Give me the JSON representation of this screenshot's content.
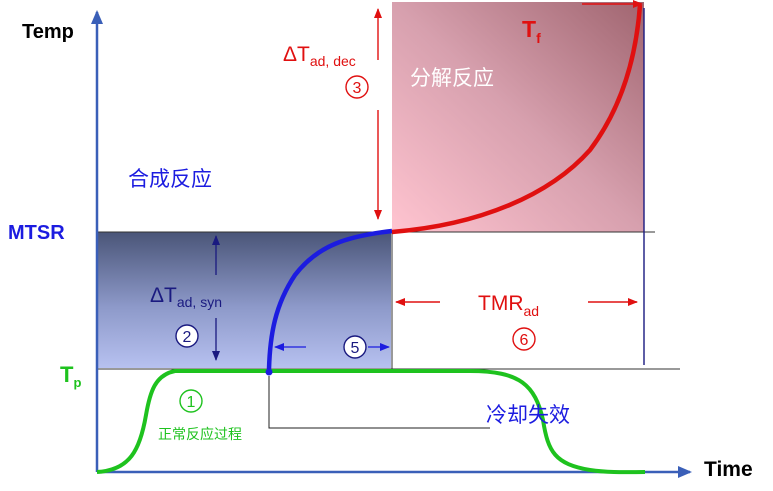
{
  "labels": {
    "y_axis": "Temp",
    "x_axis": "Time",
    "mtsr": "MTSR",
    "tp_main": "T",
    "tp_sub": "p",
    "tf_main": "T",
    "tf_sub": "f",
    "dtad_dec_main": "ΔT",
    "dtad_dec_sub": "ad, dec",
    "dtad_syn_main": "ΔT",
    "dtad_syn_sub": "ad, syn",
    "tmr_main": "TMR",
    "tmr_sub": "ad",
    "synthesis_reaction": "合成反应",
    "decomposition_reaction": "分解反应",
    "cooling_failure": "冷却失效",
    "normal_process": "正常反应过程"
  },
  "markers": {
    "m1": "1",
    "m2": "2",
    "m3": "3",
    "m5": "5",
    "m6": "6"
  },
  "colors": {
    "axis": "#3a5fb8",
    "green": "#1ec21e",
    "blue": "#1c1ce0",
    "red": "#e01010",
    "dark_navy": "#1a1a80",
    "syn_box_top": "#4a5578",
    "syn_box_bottom": "#b7c1f0",
    "dec_box_top": "#a86c78",
    "dec_box_bottom": "#ffc4d0"
  }
}
